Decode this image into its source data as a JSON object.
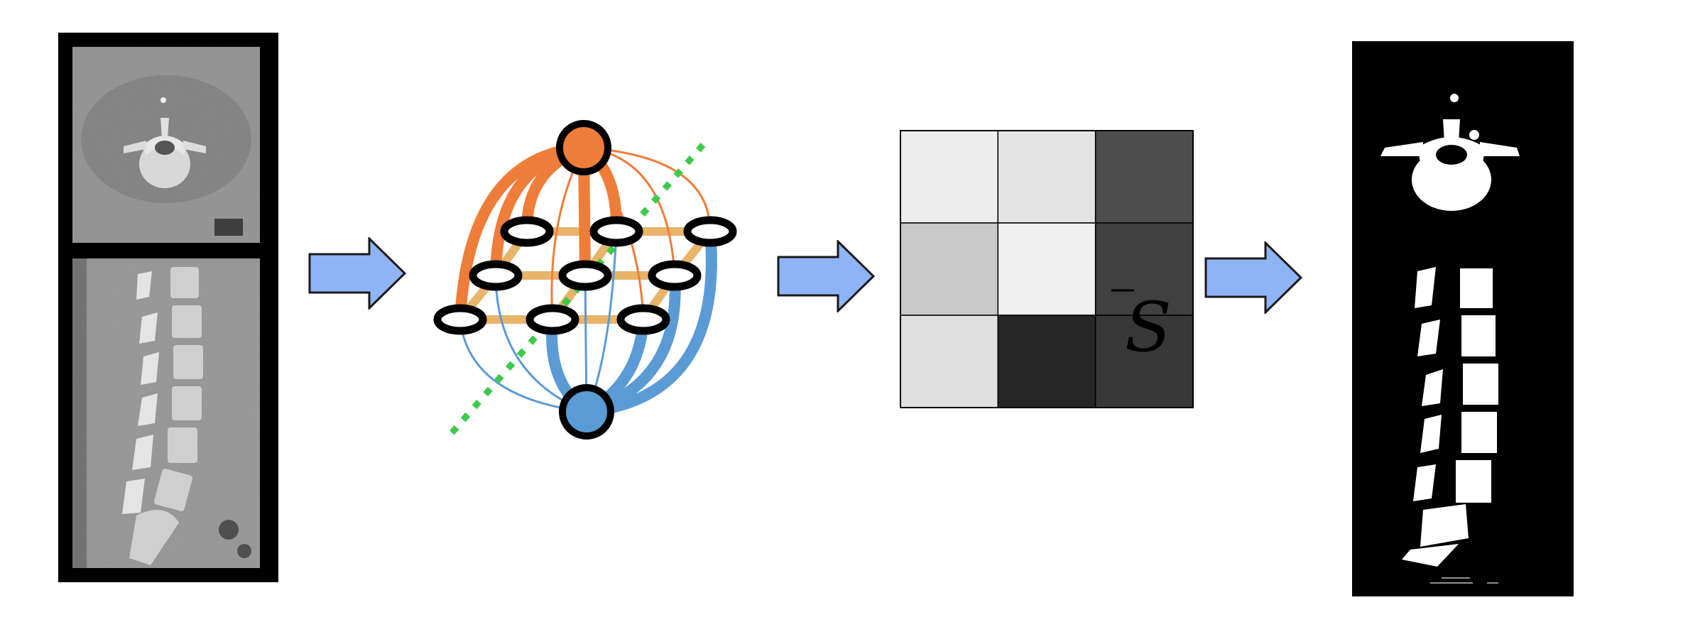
{
  "figure": {
    "panels": [
      {
        "id": "ct-input",
        "description_name": "ct-scan-input"
      },
      {
        "id": "graph-cut",
        "description_name": "graph-cut-model"
      },
      {
        "id": "similarity",
        "description_name": "similarity-matrix"
      },
      {
        "id": "segmentation",
        "description_name": "segmentation-output"
      }
    ],
    "arrow_color": "#8FB4F5",
    "arrow_stroke": "#1a1a1a",
    "source_color": "#EE7D3A",
    "sink_color": "#5B9BD5",
    "cut_color": "#3DC94B",
    "lattice_color": "#E8B46A",
    "matrix": {
      "symbol": "S",
      "cells": [
        [
          0.93,
          0.89,
          0.3
        ],
        [
          0.79,
          0.94,
          0.25
        ],
        [
          0.88,
          0.15,
          0.22
        ]
      ]
    }
  }
}
